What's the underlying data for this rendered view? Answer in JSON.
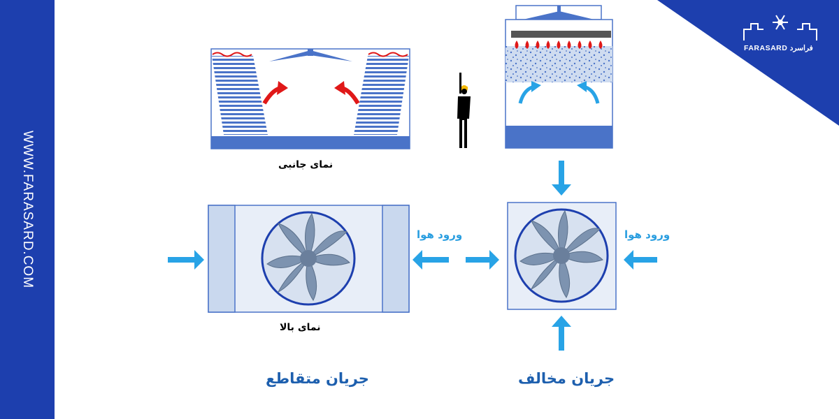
{
  "brand": {
    "website": "WWW.FARASARD.COM",
    "logo_text": "FARASARD فراسرد",
    "logo_icon": "snowflake-icon"
  },
  "labels": {
    "side_view": "نمای جانبی",
    "top_view": "نمای بالا",
    "air_inlet_crossflow": "ورود هوا",
    "air_inlet_counterflow": "ورود هوا",
    "crossflow_title": "جریان متقاطع",
    "counterflow_title": "جریان مخالف"
  },
  "colors": {
    "brand_blue": "#1d3fae",
    "structure_blue": "#4a73c8",
    "light_blue": "#c9d8ee",
    "air_arrow": "#28a3e6",
    "hot_arrow": "#e01818",
    "water_drop": "#e01818",
    "flow_title": "#1d5fae"
  }
}
